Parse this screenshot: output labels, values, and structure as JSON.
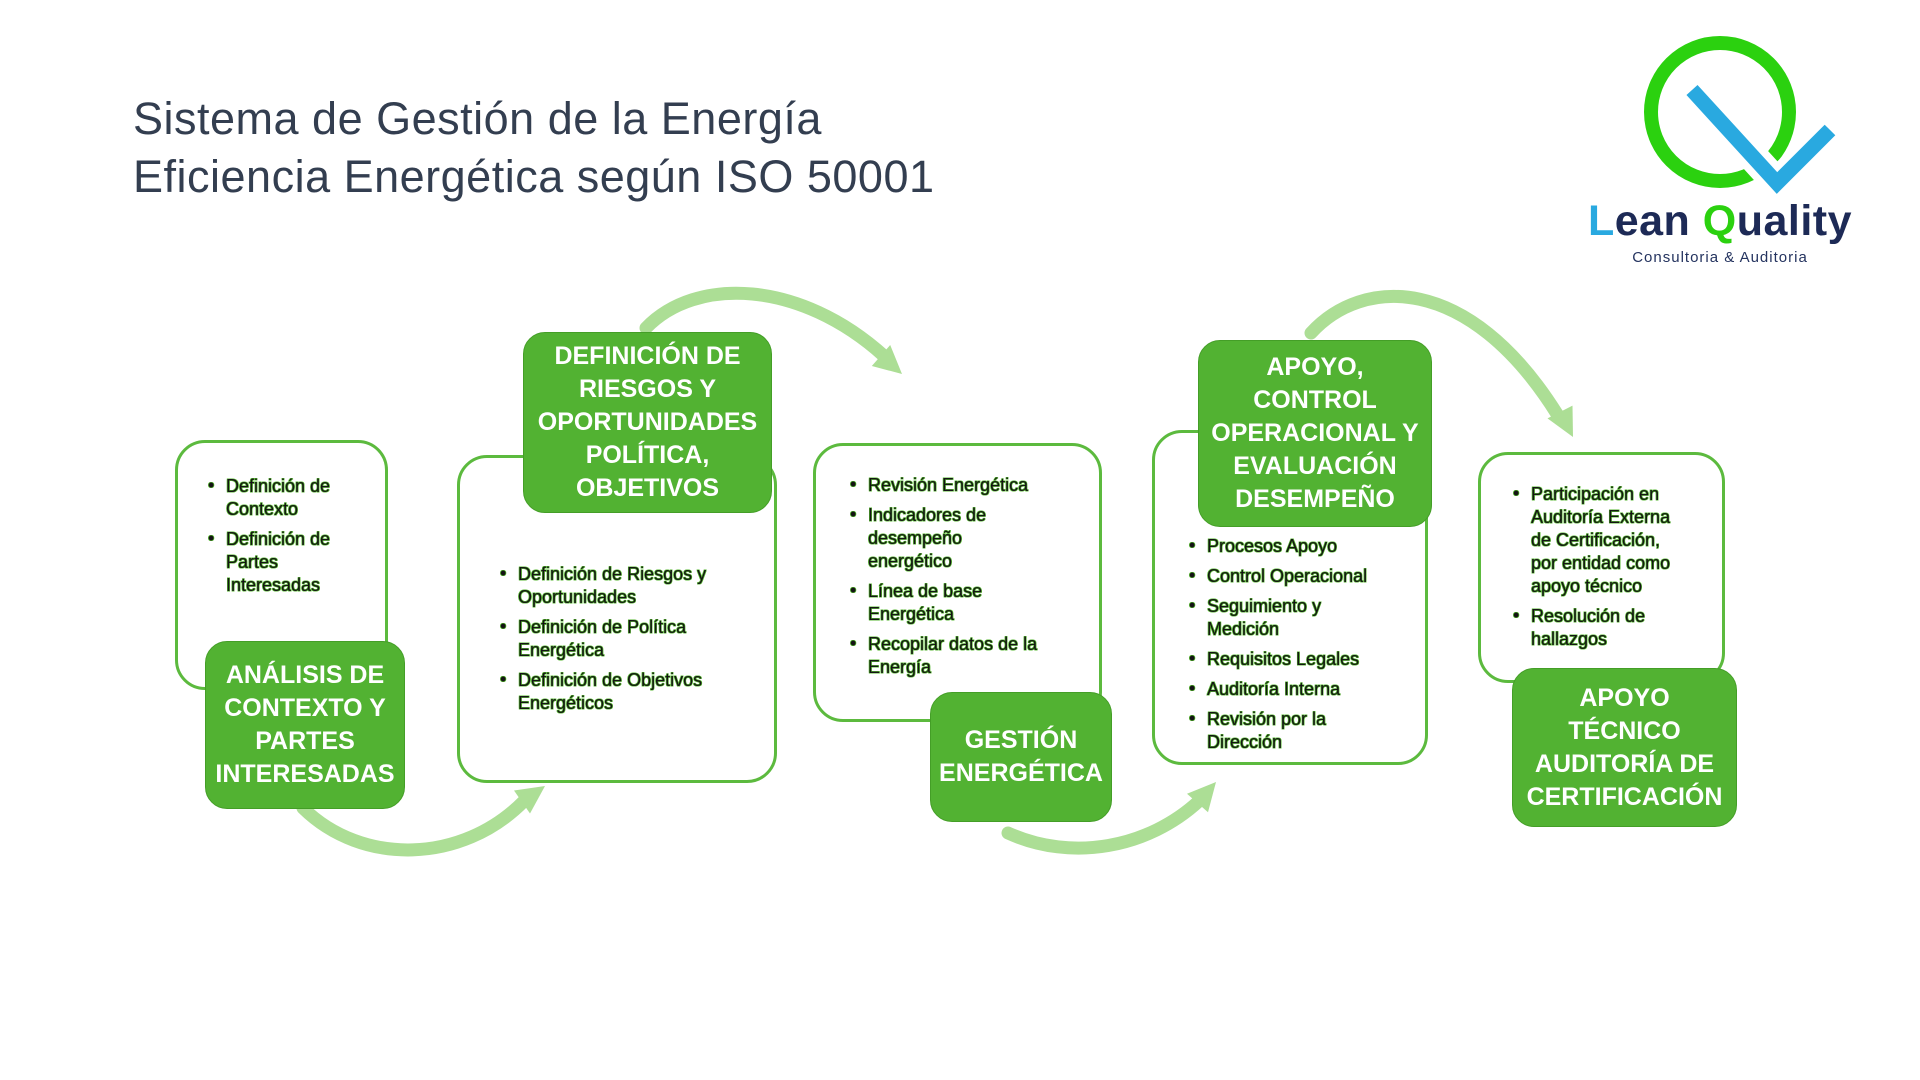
{
  "title": {
    "line1": "Sistema de Gestión de la Energía",
    "line2": "Eficiencia Energética según ISO 50001"
  },
  "logo": {
    "mark_l": "L",
    "mark_ean": "ean",
    "mark_q": "Q",
    "mark_uality": "uality",
    "tagline": "Consultoria & Auditoria"
  },
  "colors": {
    "box_green": "#52B232",
    "box_border_green": "#5CBA3E",
    "arrow_green": "#ACDE95",
    "title_navy": "#333E50",
    "logo_navy": "#1D2A56",
    "logo_green": "#2BD10F",
    "logo_blue": "#29A9E0",
    "bullet_outline_green": "#55B62F"
  },
  "groups": [
    {
      "label": "ANÁLISIS DE\nCONTEXTO Y\nPARTES\nINTERESADAS",
      "bullets": [
        "Definición de\nContexto",
        "Definición de\nPartes\nInteresadas"
      ]
    },
    {
      "label": "DEFINICIÓN DE\nRIESGOS Y\nOPORTUNIDADES\nPOLÍTICA,\nOBJETIVOS",
      "bullets": [
        "Definición de Riesgos y\nOportunidades",
        "Definición de Política\nEnergética",
        "Definición de Objetivos\nEnergéticos"
      ]
    },
    {
      "label": "GESTIÓN\nENERGÉTICA",
      "bullets": [
        "Revisión Energética",
        "Indicadores de\ndesempeño\nenergético",
        "Línea de base\nEnergética",
        "Recopilar datos de la\nEnergía"
      ]
    },
    {
      "label": "APOYO,\nCONTROL\nOPERACIONAL Y\nEVALUACIÓN\nDESEMPEÑO",
      "bullets": [
        "Procesos Apoyo",
        "Control Operacional",
        "Seguimiento y\nMedición",
        "Requisitos Legales",
        "Auditoría Interna",
        "Revisión por la\nDirección"
      ]
    },
    {
      "label": "APOYO\nTÉCNICO\nAUDITORÍA DE\nCERTIFICACIÓN",
      "bullets": [
        "Participación en\nAuditoría Externa\nde Certificación,\npor entidad como\napoyo técnico",
        "Resolución de\nhallazgos"
      ]
    }
  ]
}
